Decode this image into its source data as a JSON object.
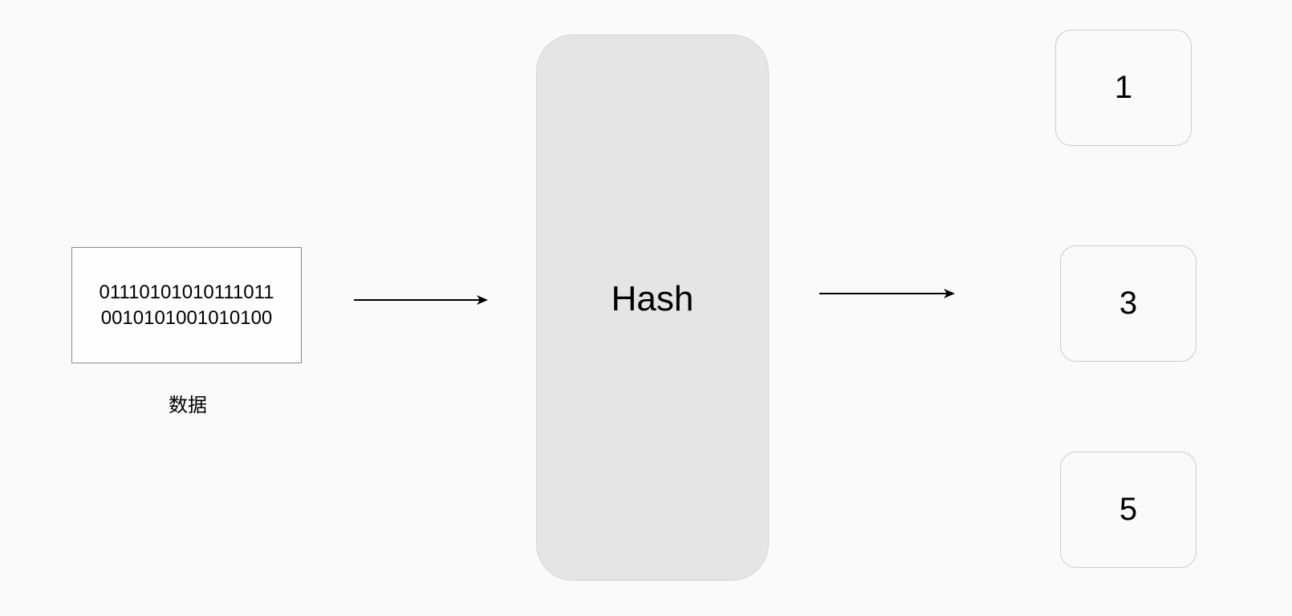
{
  "input": {
    "bits_line_1": "01110101010111011",
    "bits_line_2": "0010101001010100",
    "caption": "数据"
  },
  "hash": {
    "label": "Hash"
  },
  "buckets": [
    {
      "label": "1"
    },
    {
      "label": "3"
    },
    {
      "label": "5"
    }
  ],
  "colors": {
    "background": "#fafafa",
    "hash_fill": "#e5e5e5",
    "bucket_border": "#cccccc",
    "arrow": "#000000"
  }
}
